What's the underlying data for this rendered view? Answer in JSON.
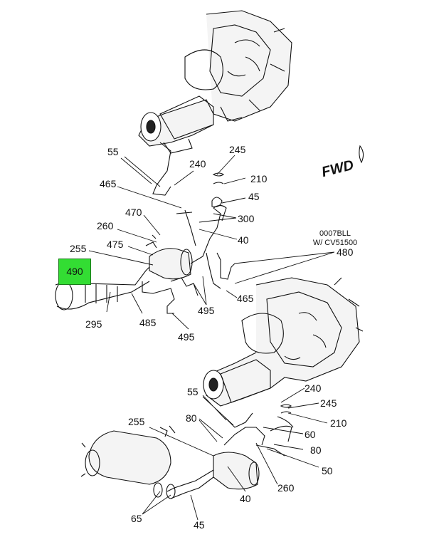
{
  "highlight": {
    "label": "490",
    "color": "#33dd33"
  },
  "fwd": "FWD",
  "note": {
    "line1": "0007BLL",
    "line2": "W/ CV51500"
  },
  "callouts": [
    "55",
    "240",
    "245",
    "210",
    "465",
    "45",
    "470",
    "300",
    "260",
    "40",
    "475",
    "255",
    "480",
    "465",
    "495",
    "295",
    "485",
    "495",
    "240",
    "55",
    "245",
    "80",
    "255",
    "210",
    "60",
    "80",
    "50",
    "260",
    "40",
    "65",
    "45"
  ],
  "footer": {
    "left": "",
    "right": ""
  }
}
